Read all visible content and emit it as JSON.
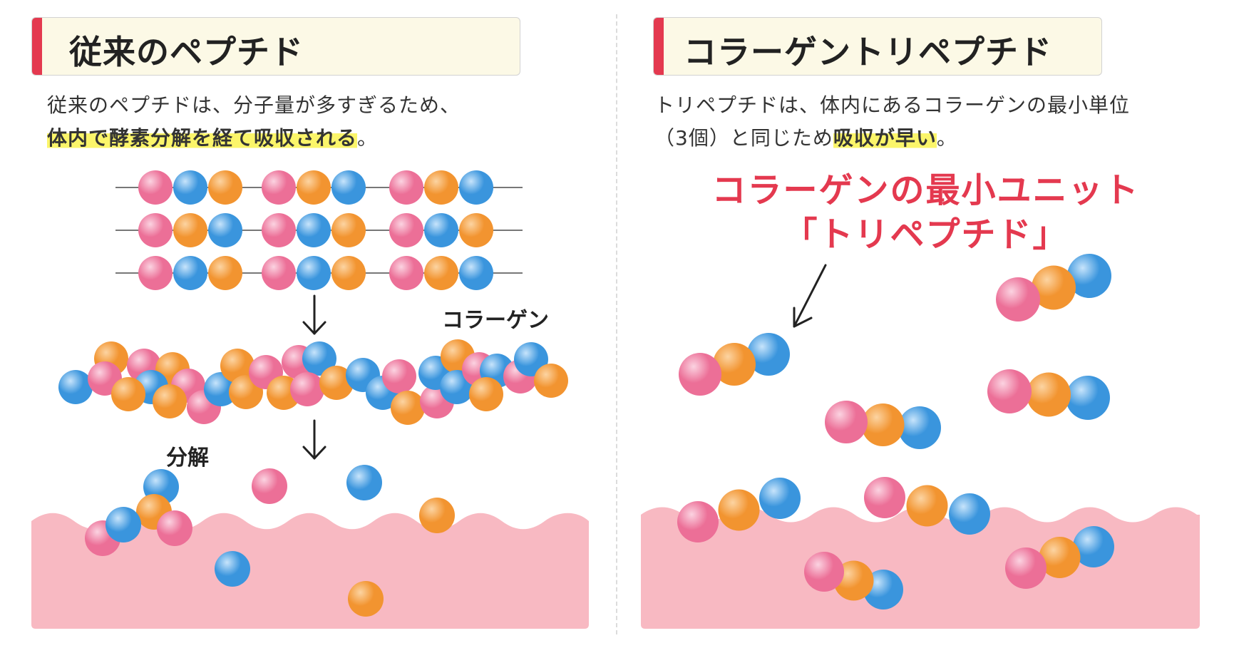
{
  "colors": {
    "accent_red": "#e4394f",
    "bead_pink": "#ec6f97",
    "bead_blue": "#3a95dd",
    "bead_orange": "#f29430",
    "skin": "#f8b9c2",
    "highlight": "#fbf56a"
  },
  "left": {
    "title": "従来のペプチド",
    "desc_line1": "従来のペプチドは、分子量が多すぎるため、",
    "desc_line2_highlight": "体内で酵素分解を経て吸収される",
    "desc_line2_tail": "。",
    "label_collagen": "コラーゲン",
    "label_decompose": "分解",
    "arrow_icon": "down-arrow-icon"
  },
  "right": {
    "title": "コラーゲントリペプチド",
    "desc_line1": "トリペプチドは、体内にあるコラーゲンの最小単位",
    "desc_line2_lead": "（3個）と同じため",
    "desc_line2_highlight": "吸収が早い",
    "desc_line2_tail": "。",
    "caption_line1": "コラーゲンの最小ユニット",
    "caption_line2": "「トリペプチド」",
    "arrow_icon": "pointer-arrow-icon"
  }
}
